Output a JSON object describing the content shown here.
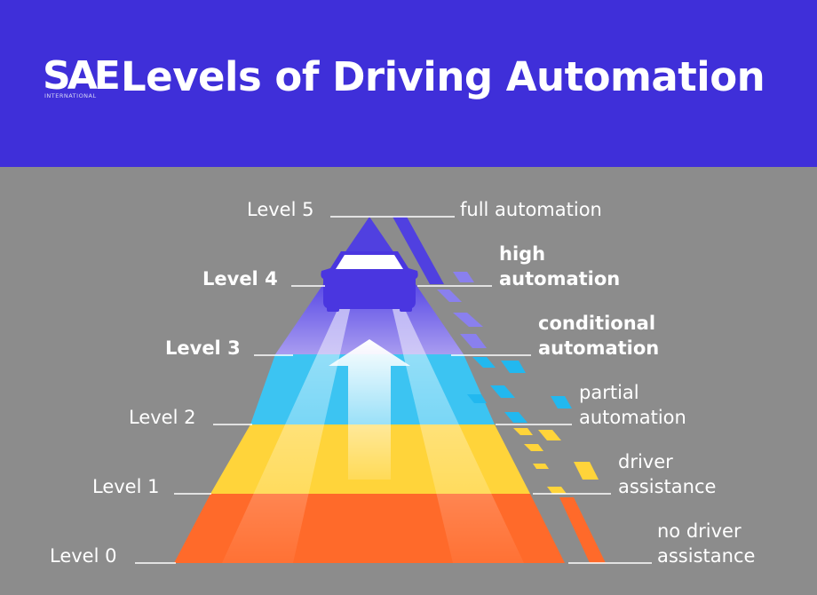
{
  "header": {
    "logo_text": "SAE",
    "logo_subtext": "INTERNATIONAL",
    "title": "Levels of Driving Automation"
  },
  "levels": [
    {
      "label": "Level 0",
      "desc_line1": "no driver",
      "desc_line2": "assistance",
      "color": "#ff6a2a"
    },
    {
      "label": "Level 1",
      "desc_line1": "driver",
      "desc_line2": "assistance",
      "color": "#ffd43a"
    },
    {
      "label": "Level 2",
      "desc_line1": "partial",
      "desc_line2": "automation",
      "color": "#22b8ef"
    },
    {
      "label": "Level 3",
      "desc_line1": "conditional",
      "desc_line2": "automation",
      "color": "#a99ef0"
    },
    {
      "label": "Level 4",
      "desc_line1": "high",
      "desc_line2": "automation",
      "color": "#8478ee"
    },
    {
      "label": "Level 5",
      "desc_line1": "full automation",
      "desc_line2": "",
      "color": "#5040e0"
    }
  ],
  "colors": {
    "header_bg": "#3f2fd9",
    "background": "#8c8c8c",
    "car": "#4a36e0"
  }
}
